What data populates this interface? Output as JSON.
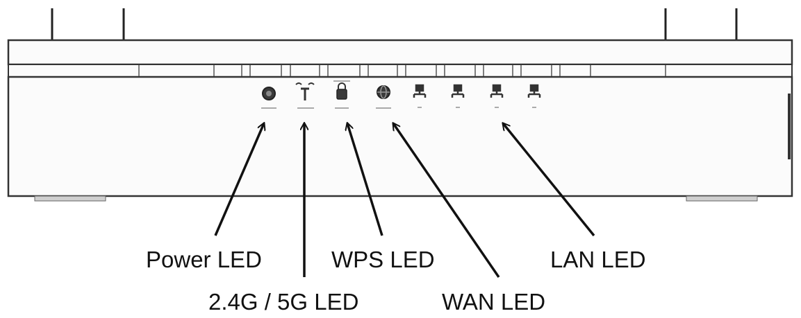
{
  "labels": {
    "power": "Power LED",
    "band": "2.4G / 5G LED",
    "wps": "WPS LED",
    "wan": "WAN LED",
    "lan": "LAN LED"
  },
  "icons": [
    "power-icon",
    "wifi-antenna-icon",
    "wps-lock-icon",
    "wan-globe-icon",
    "lan-network-icon"
  ],
  "colors": {
    "line": "#222222",
    "panel_fill": "#fbfbfb"
  }
}
